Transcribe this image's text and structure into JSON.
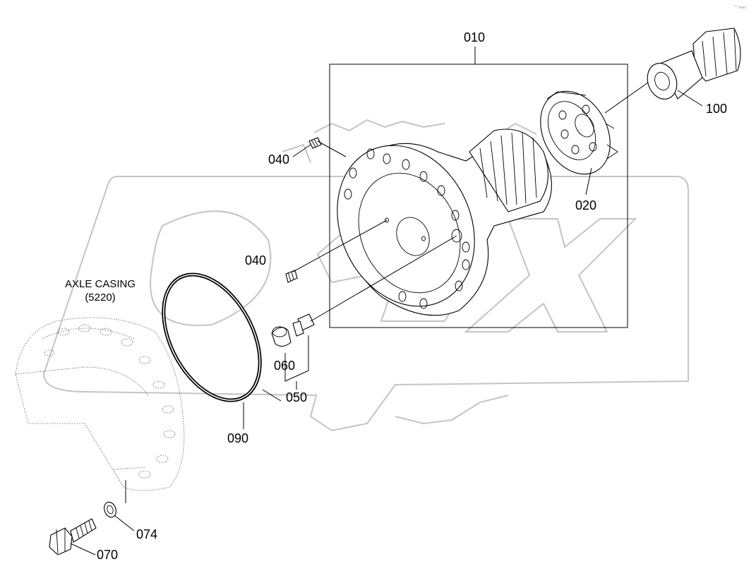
{
  "watermark": {
    "text": "OPEX"
  },
  "corner_mark": "°'' ooo",
  "parts": [
    {
      "id": "010",
      "label": "010"
    },
    {
      "id": "020",
      "label": "020"
    },
    {
      "id": "040a",
      "label": "040"
    },
    {
      "id": "040b",
      "label": "040"
    },
    {
      "id": "050",
      "label": "050"
    },
    {
      "id": "060",
      "label": "060"
    },
    {
      "id": "070",
      "label": "070"
    },
    {
      "id": "074",
      "label": "074"
    },
    {
      "id": "090",
      "label": "090"
    },
    {
      "id": "100",
      "label": "100"
    }
  ],
  "reference": {
    "name": "AXLE CASING",
    "code": "(5220)"
  },
  "colors": {
    "line": "#000000",
    "watermark": "#c4c4c4",
    "reference_part": "#555555"
  }
}
